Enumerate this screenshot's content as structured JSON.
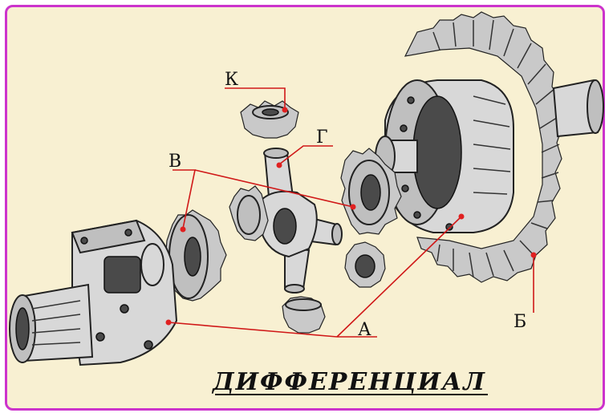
{
  "title": "ДИФФЕРЕНЦИАЛ",
  "labels": {
    "k": "К",
    "g": "Г",
    "v": "В",
    "a": "А",
    "b": "Б"
  },
  "colors": {
    "frame_border": "#cc33cc",
    "background": "#f8f0d2",
    "leader_lines": "#d01818"
  }
}
